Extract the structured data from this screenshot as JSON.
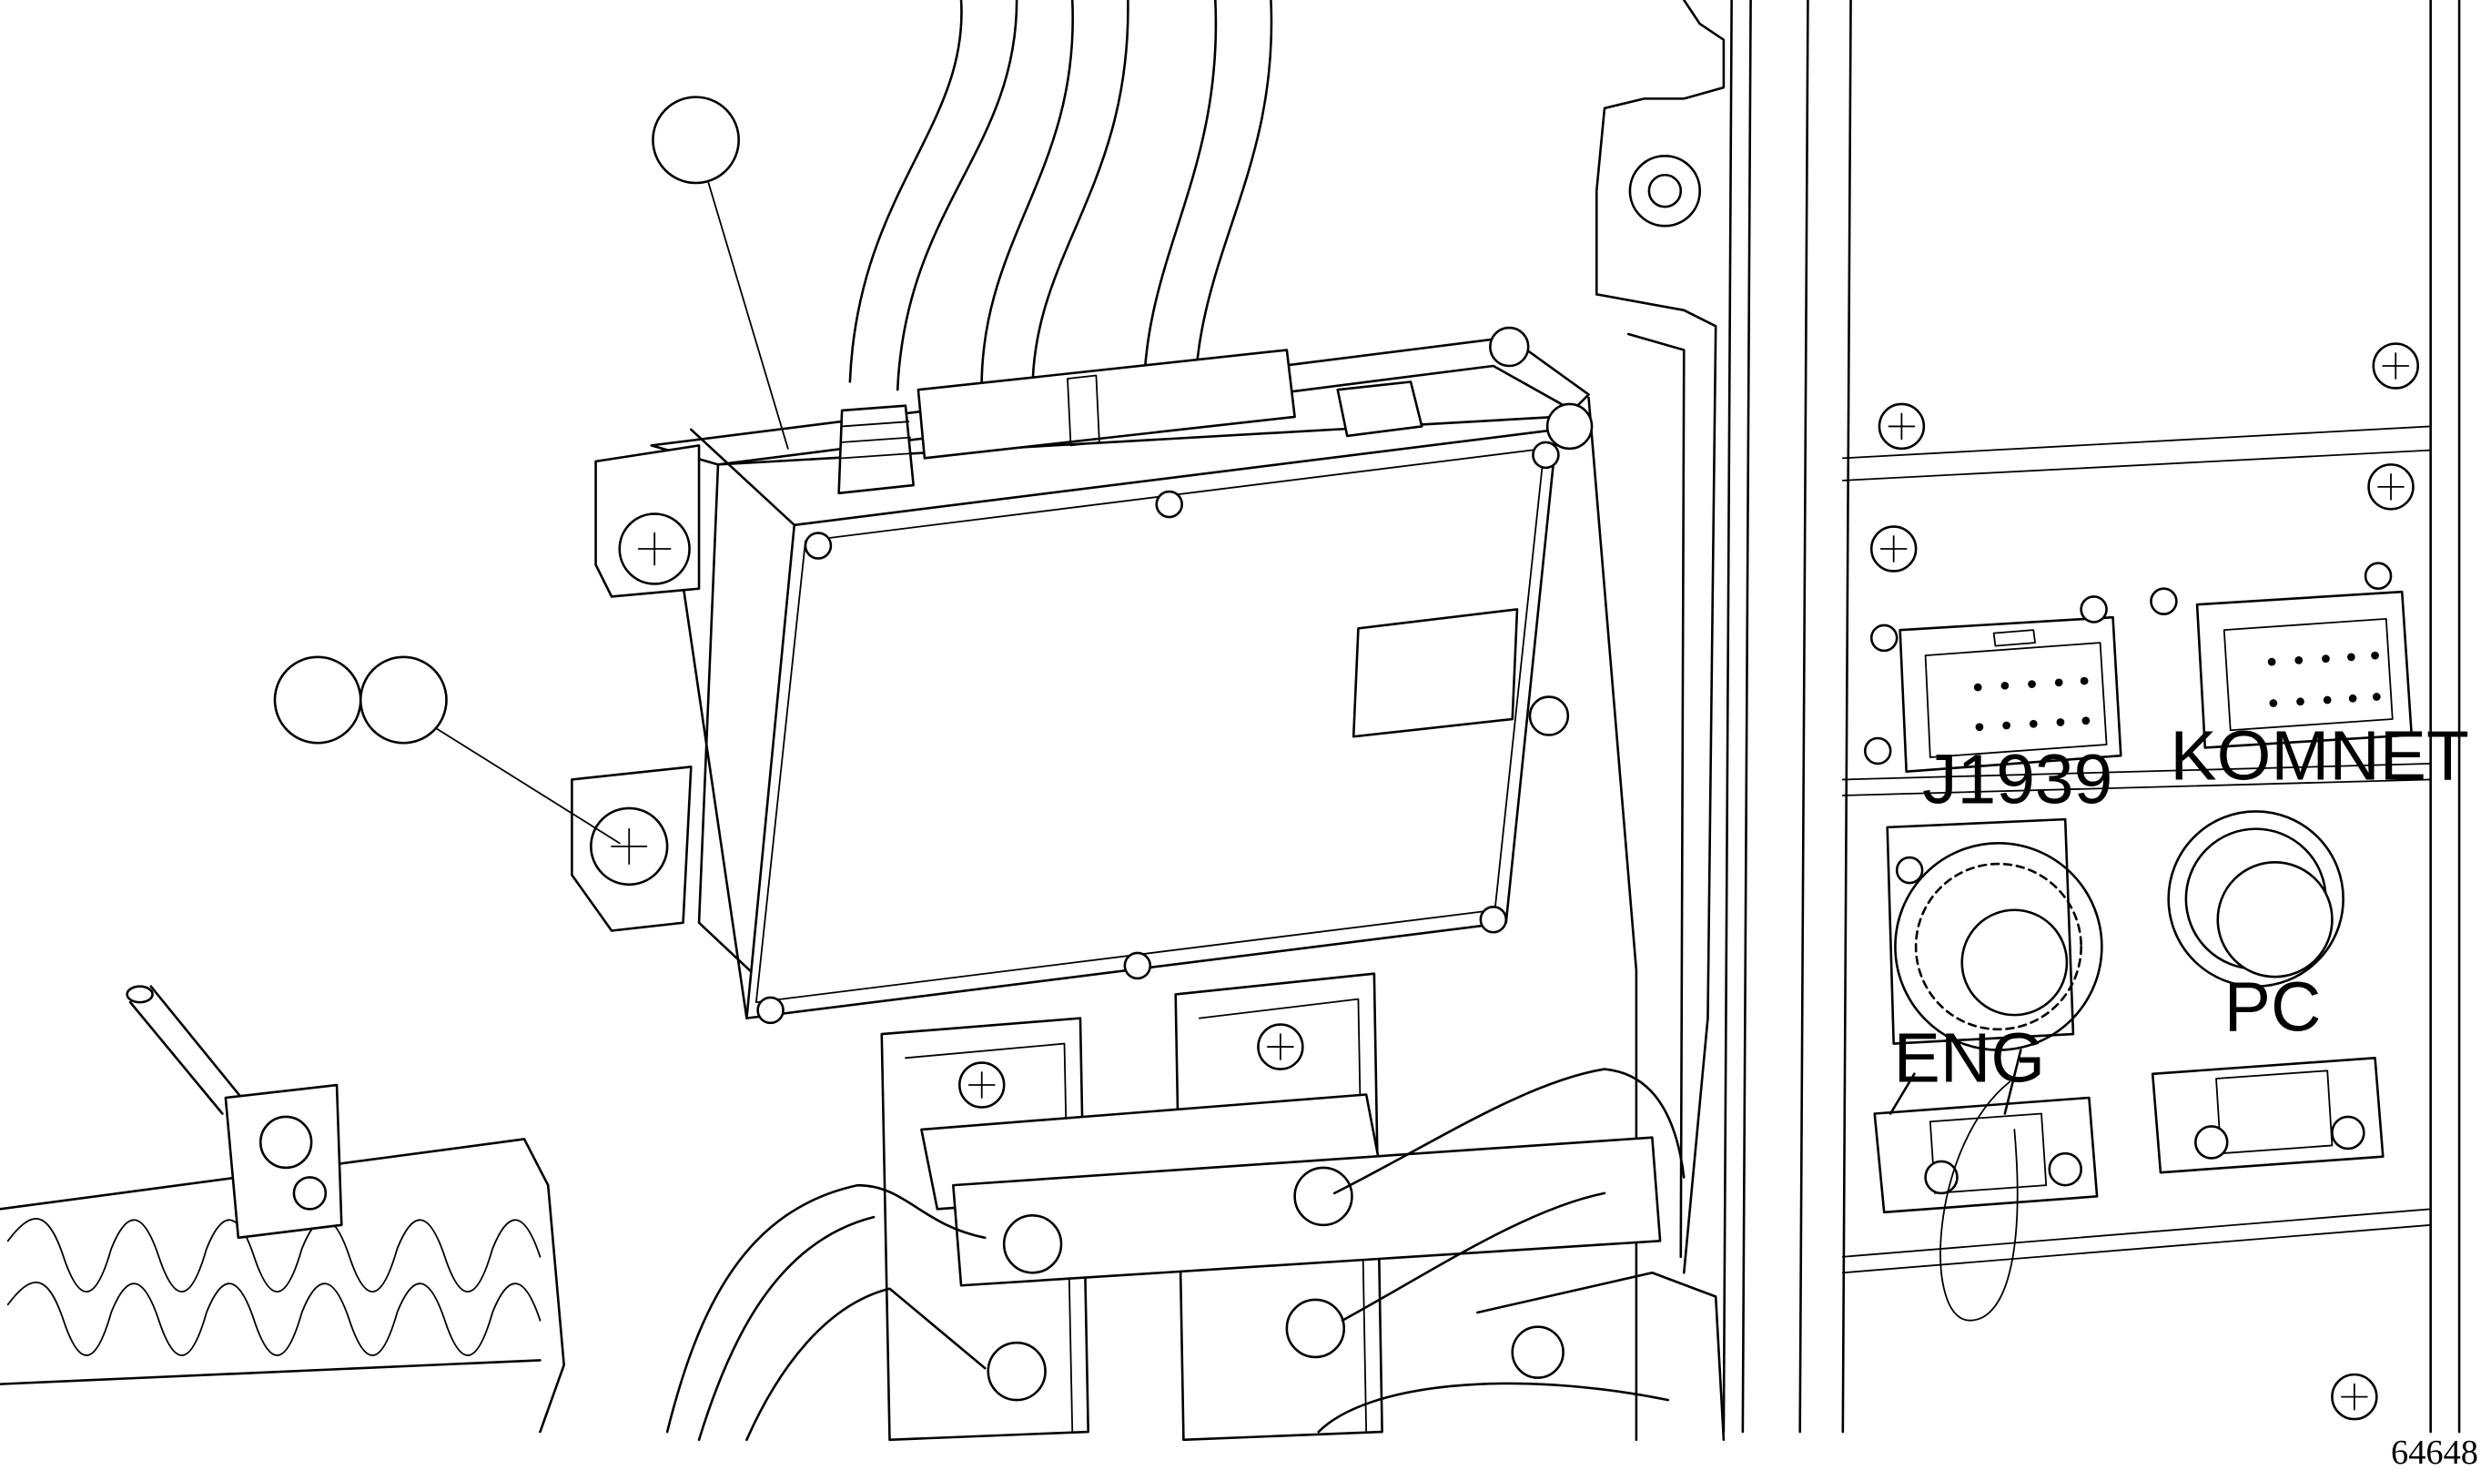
{
  "figure_number": "64648",
  "panel_labels": {
    "connector_1": "J1939",
    "connector_2": "KOMNET",
    "port_left": "ENG",
    "port_right": "PC"
  },
  "callouts": [
    {
      "id": "callout-1",
      "text": ""
    },
    {
      "id": "callout-2a",
      "text": ""
    },
    {
      "id": "callout-2b",
      "text": ""
    }
  ],
  "colors": {
    "line": "#000000",
    "background": "#ffffff"
  }
}
